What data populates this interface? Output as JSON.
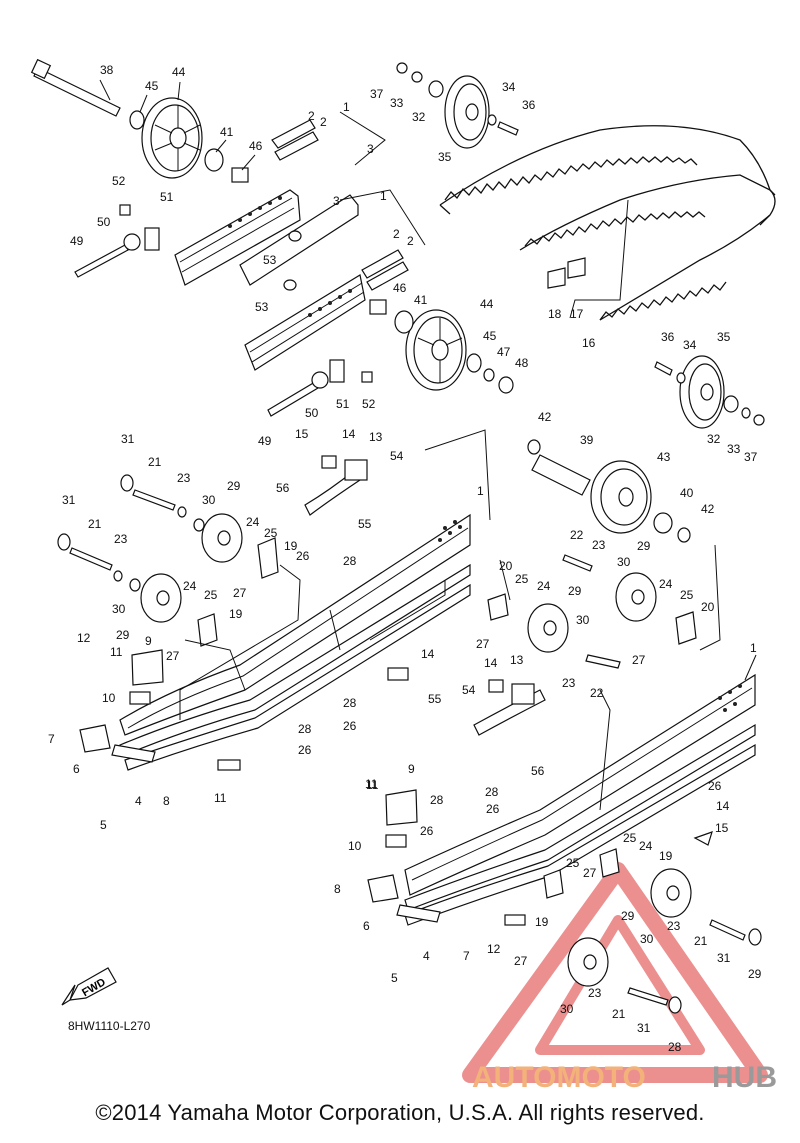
{
  "diagram": {
    "ref_code": "8HW1110-L270",
    "fwd_label": "FWD",
    "copyright": "©2014 Yamaha Motor Corporation, U.S.A. All rights reserved.",
    "watermark": {
      "part1": "AUTOMOTO",
      "part2": "HUB",
      "color1": "#f2b27a",
      "color2": "#9a9a9a",
      "triangle_color": "#e66a6a"
    },
    "callouts": [
      "38",
      "45",
      "44",
      "41",
      "46",
      "1",
      "2",
      "2",
      "3",
      "52",
      "51",
      "50",
      "49",
      "53",
      "37",
      "33",
      "32",
      "35",
      "34",
      "36",
      "3",
      "1",
      "2",
      "2",
      "53",
      "46",
      "41",
      "44",
      "45",
      "47",
      "48",
      "50",
      "51",
      "52",
      "49",
      "18",
      "17",
      "16",
      "36",
      "34",
      "35",
      "32",
      "33",
      "37",
      "42",
      "39",
      "43",
      "40",
      "42",
      "31",
      "21",
      "23",
      "29",
      "30",
      "15",
      "14",
      "13",
      "54",
      "56",
      "55",
      "26",
      "28",
      "24",
      "25",
      "19",
      "27",
      "31",
      "21",
      "23",
      "30",
      "29",
      "24",
      "25",
      "19",
      "27",
      "12",
      "11",
      "9",
      "10",
      "7",
      "6",
      "4",
      "8",
      "5",
      "11",
      "1",
      "14",
      "28",
      "26",
      "28",
      "26",
      "22",
      "23",
      "30",
      "29",
      "24",
      "25",
      "20",
      "20",
      "25",
      "24",
      "29",
      "30",
      "27",
      "23",
      "22",
      "27",
      "14",
      "13",
      "54",
      "55",
      "56",
      "1",
      "9",
      "11",
      "28",
      "28",
      "26",
      "10",
      "26",
      "8",
      "6",
      "5",
      "4",
      "7",
      "11",
      "12",
      "27",
      "19",
      "25",
      "24",
      "19",
      "25",
      "27",
      "29",
      "30",
      "23",
      "21",
      "31",
      "29",
      "30",
      "23",
      "21",
      "31",
      "28",
      "26",
      "14",
      "15"
    ]
  }
}
